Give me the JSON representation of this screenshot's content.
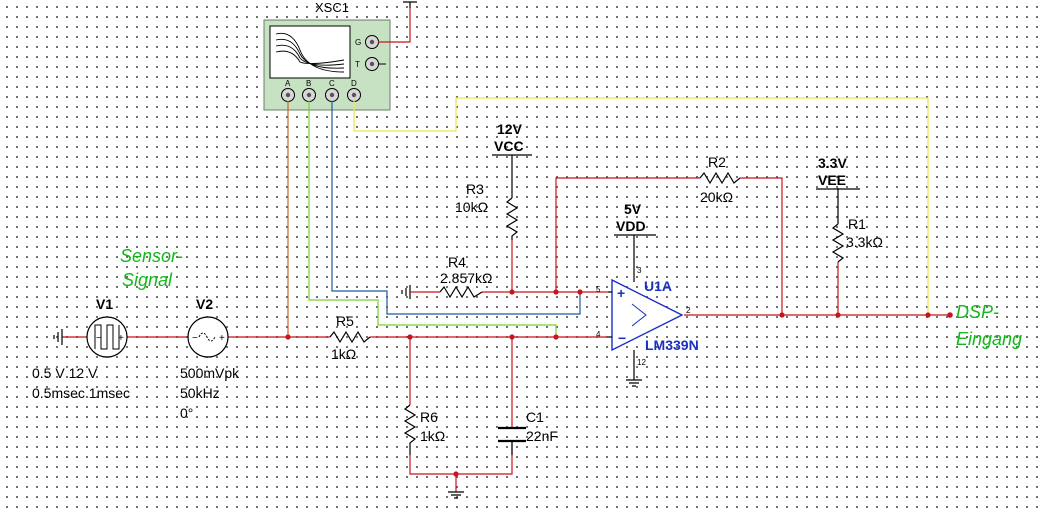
{
  "oscilloscope": {
    "name": "XSC1",
    "channels": [
      "A",
      "B",
      "C",
      "D"
    ],
    "trigger_labels": [
      "G",
      "T"
    ]
  },
  "net_labels": {
    "sensor": [
      "Sensor-",
      "Signal"
    ],
    "dsp": [
      "DSP-",
      "Eingang"
    ]
  },
  "sources": {
    "v1": {
      "ref": "V1",
      "line1": "0.5 V 12 V",
      "line2": "0.5msec 1msec"
    },
    "v2": {
      "ref": "V2",
      "line1": "500mVpk",
      "line2": "50kHz",
      "line3": "0°"
    }
  },
  "resistors": {
    "r1": {
      "ref": "R1",
      "value": "3.3kΩ"
    },
    "r2": {
      "ref": "R2",
      "value": "20kΩ"
    },
    "r3": {
      "ref": "R3",
      "value": "10kΩ"
    },
    "r4": {
      "ref": "R4",
      "value": "2.857kΩ"
    },
    "r5": {
      "ref": "R5",
      "value": "1kΩ"
    },
    "r6": {
      "ref": "R6",
      "value": "1kΩ"
    }
  },
  "capacitors": {
    "c1": {
      "ref": "C1",
      "value": "22nF"
    }
  },
  "supplies": {
    "vcc": {
      "voltage": "12V",
      "name": "VCC"
    },
    "vdd": {
      "voltage": "5V",
      "name": "VDD"
    },
    "vee": {
      "voltage": "3.3V",
      "name": "VEE"
    }
  },
  "comparator": {
    "ref": "U1A",
    "part": "LM339N",
    "pins": {
      "in_plus": "5",
      "in_minus": "4",
      "out": "2",
      "vcc": "3",
      "gnd": "12"
    }
  },
  "colors": {
    "wire_red": "#c8141e",
    "wire_orange": "#c86428",
    "wire_green": "#78d232",
    "wire_blue": "#1e5aa0",
    "wire_yellow": "#f0e650",
    "instrument_bg": "#c6e2c2",
    "label_blue": "#1a2fc4",
    "label_green": "#14b81a"
  }
}
